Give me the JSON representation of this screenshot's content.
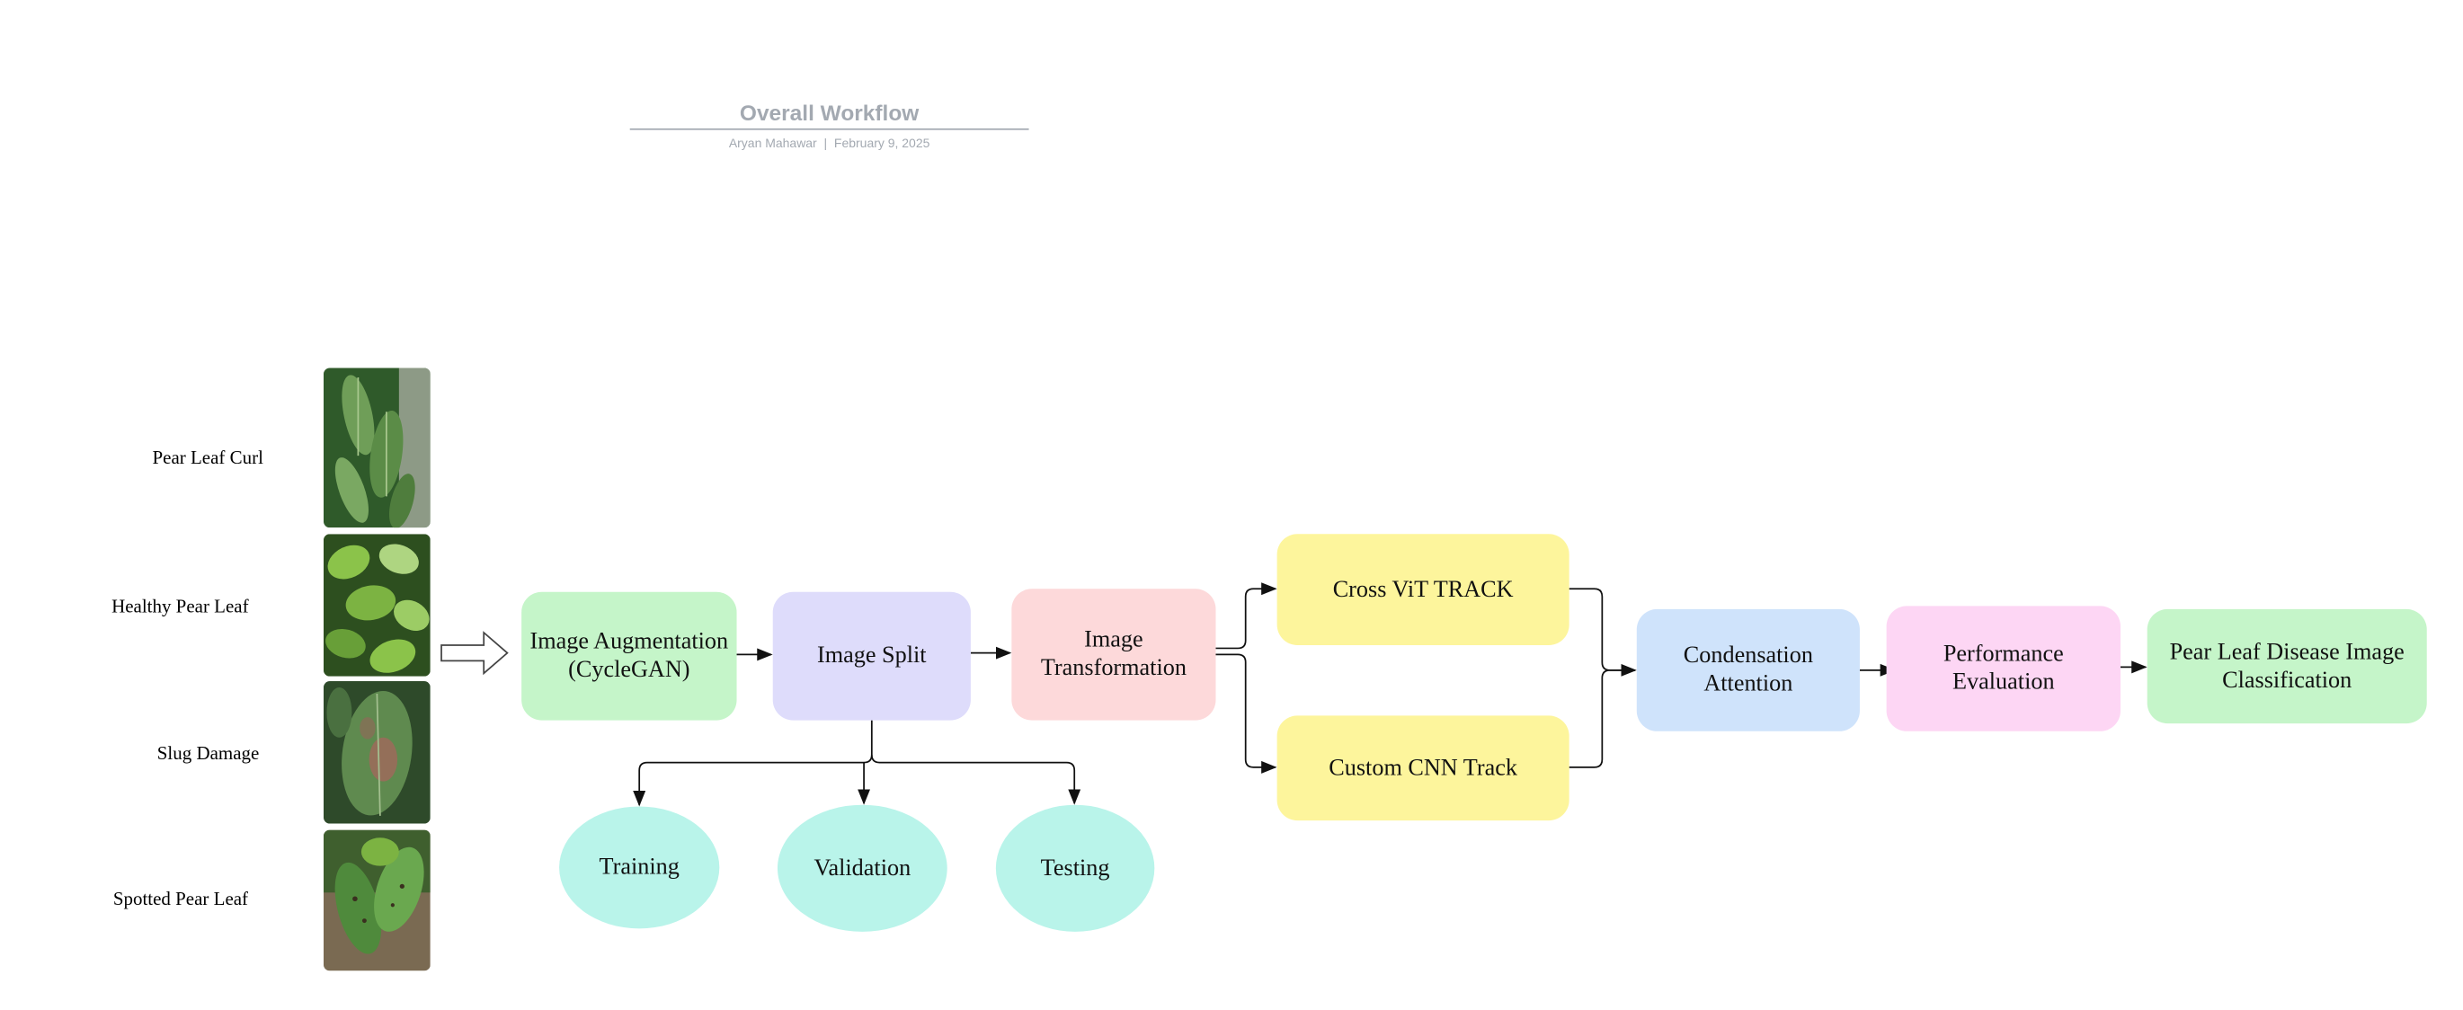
{
  "header": {
    "title": "Overall Workflow",
    "author": "Aryan Mahawar",
    "separator": "|",
    "date": "February 9, 2025"
  },
  "inputs": [
    {
      "label": "Pear Leaf Curl"
    },
    {
      "label": "Healthy Pear Leaf"
    },
    {
      "label": "Slug Damage"
    },
    {
      "label": "Spotted Pear Leaf"
    }
  ],
  "steps": {
    "augmentation": "Image Augmentation (CycleGAN)",
    "split": "Image Split",
    "transformation": "Image Transformation",
    "vit_track": "Cross ViT TRACK",
    "cnn_track": "Custom CNN Track",
    "condensation": "Condensation Attention",
    "evaluation": "Performance Evaluation",
    "classification": "Pear Leaf Disease Image Classification"
  },
  "split_outputs": {
    "training": "Training",
    "validation": "Validation",
    "testing": "Testing"
  },
  "colors": {
    "green": "#c5f5c9",
    "lavender": "#dedcfb",
    "pink": "#fdd9da",
    "yellow": "#fdf59c",
    "blue": "#cfe3fb",
    "magenta": "#fdd6f4",
    "teal": "#b9f4ea",
    "header_gray": "#a3a9b1"
  }
}
